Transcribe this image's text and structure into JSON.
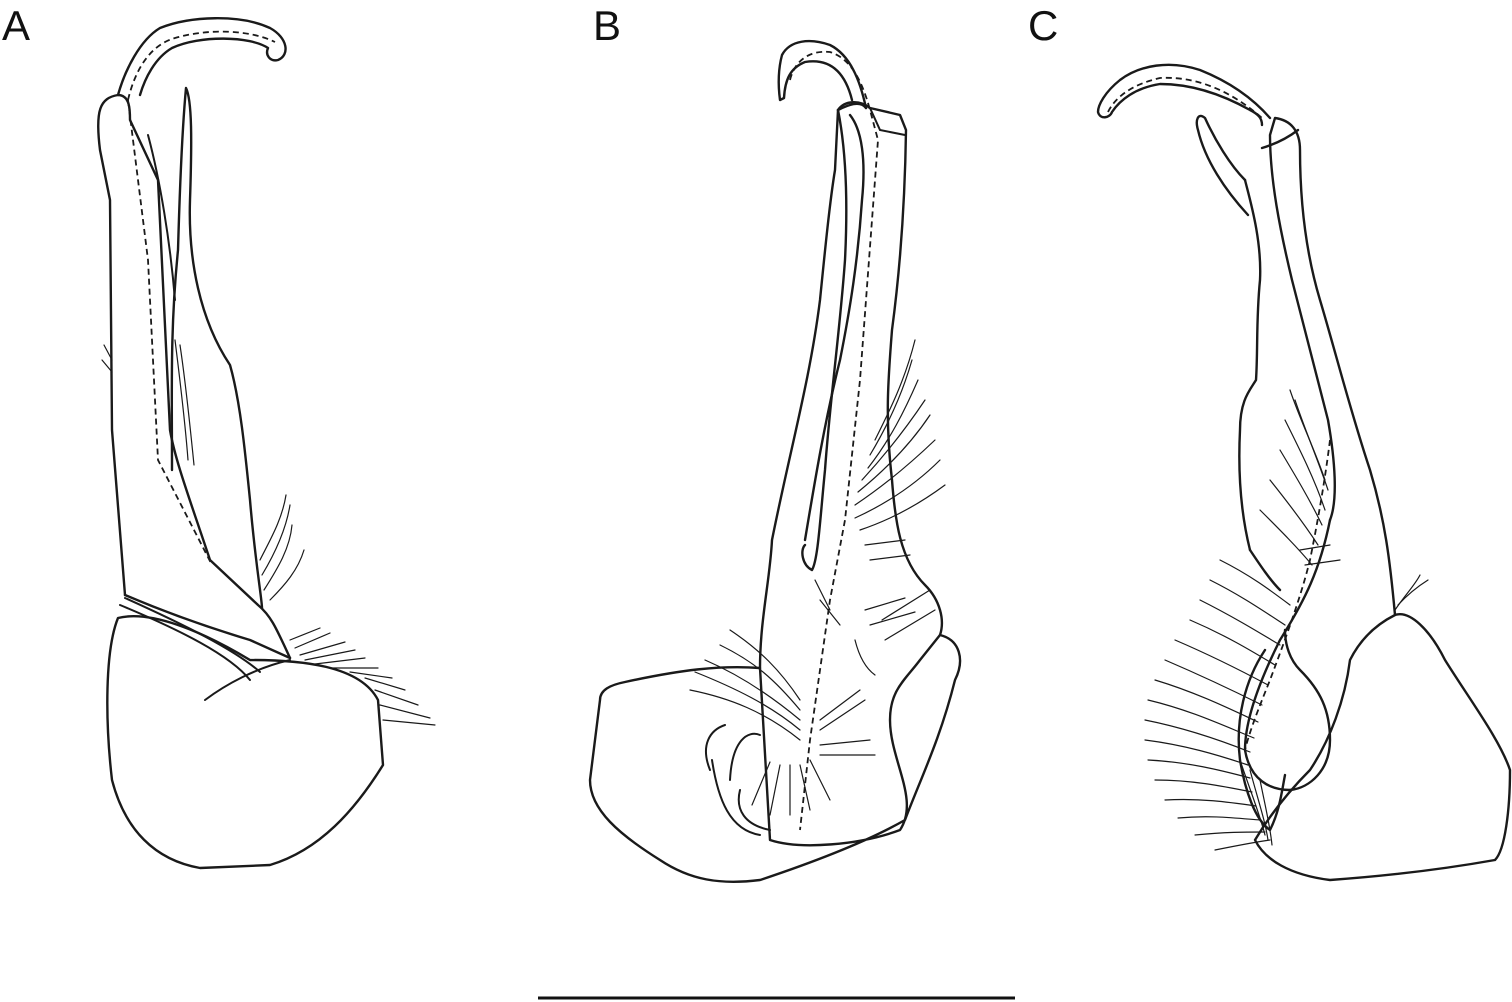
{
  "panels": [
    {
      "id": "A",
      "label": "A"
    },
    {
      "id": "B",
      "label": "B"
    },
    {
      "id": "C",
      "label": "C"
    }
  ],
  "scale_bar": {
    "label": ""
  }
}
